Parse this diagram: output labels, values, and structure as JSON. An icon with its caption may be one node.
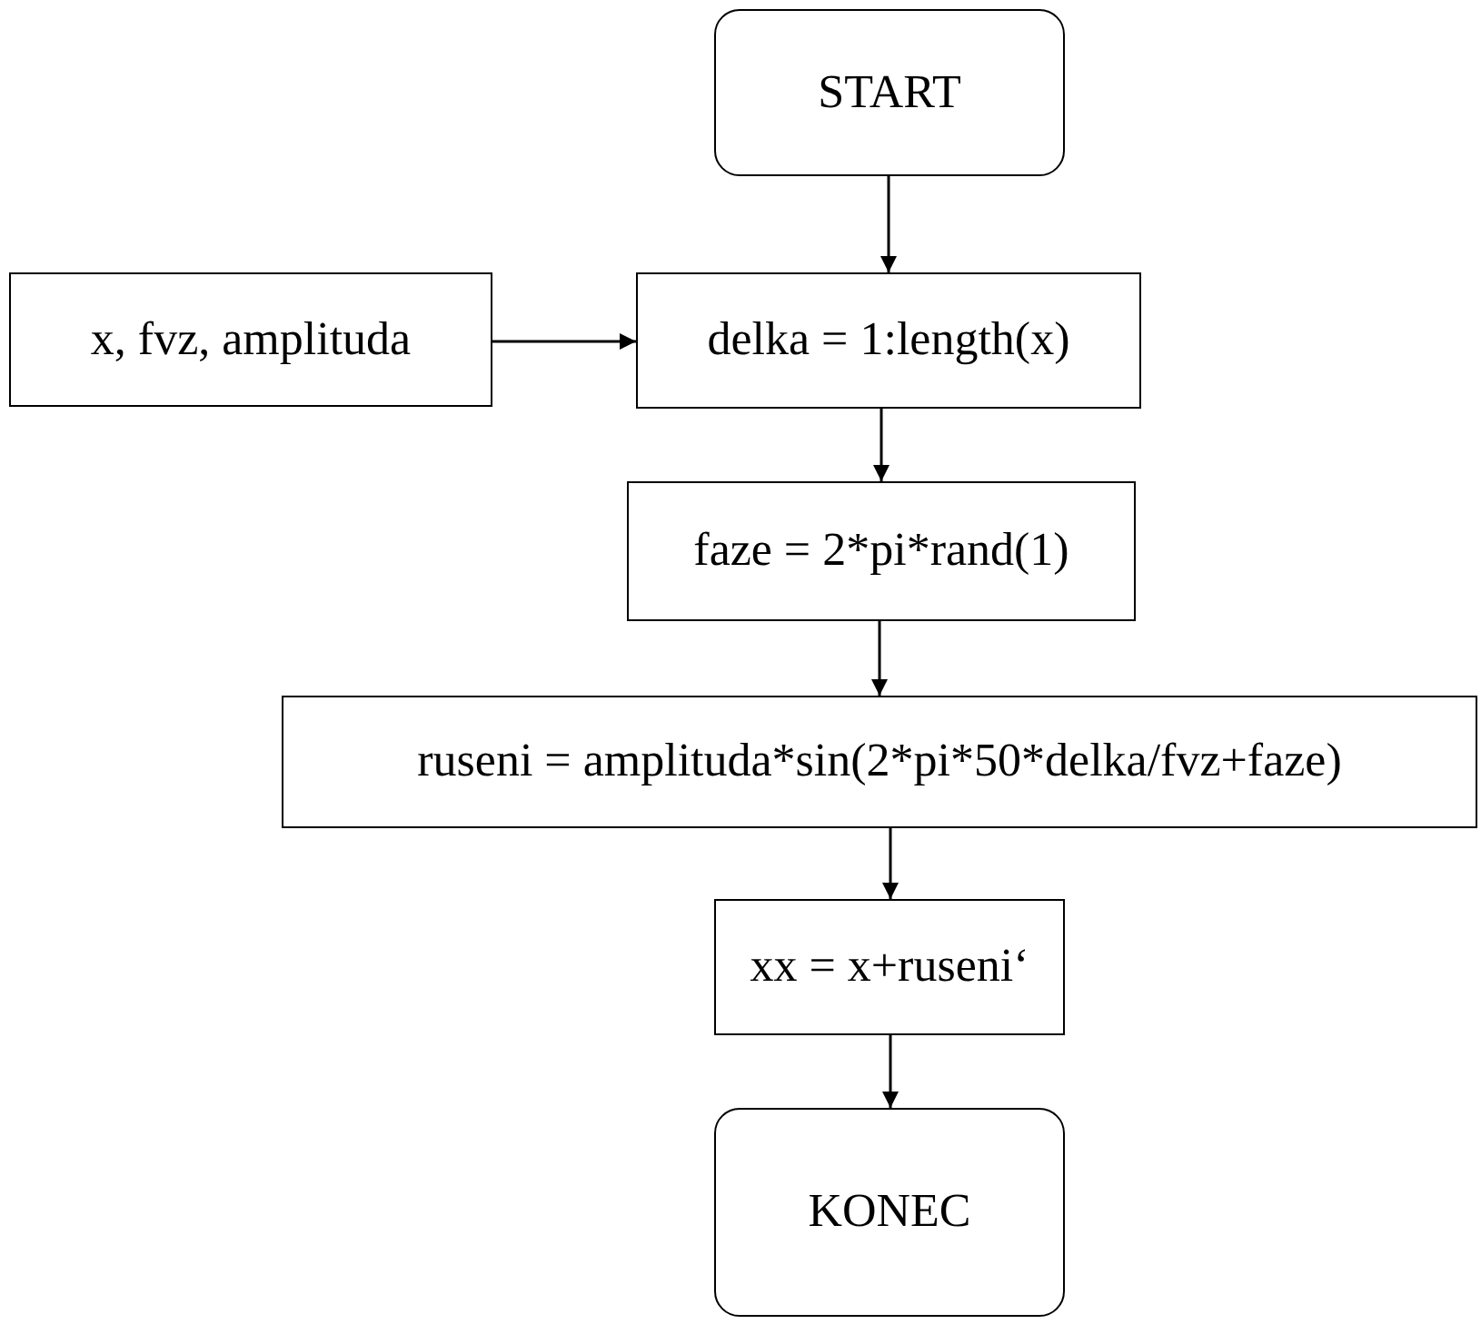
{
  "diagram": {
    "nodes": [
      {
        "text": [
          "START"
        ]
      },
      {
        "text": [
          "x, fvz, amplituda"
        ]
      },
      {
        "text": [
          "delka = 1:length(x)"
        ]
      },
      {
        "text": [
          "faze = 2*pi*rand(1)"
        ]
      },
      {
        "text": [
          "ruseni = amplituda*sin(2*pi*50*delka/fvz+faze)"
        ]
      },
      {
        "text": [
          "xx = x+ruseni‘"
        ]
      },
      {
        "text": [
          "KONEC"
        ]
      }
    ],
    "edges": [
      {
        "from": 0,
        "to": 2,
        "arrow": "to"
      },
      {
        "from": 1,
        "to": 2,
        "arrow": "to"
      },
      {
        "from": 2,
        "to": 3,
        "arrow": "to"
      },
      {
        "from": 3,
        "to": 4,
        "arrow": "to"
      },
      {
        "from": 4,
        "to": 5,
        "arrow": "to"
      },
      {
        "from": 5,
        "to": 6,
        "arrow": "to"
      }
    ]
  }
}
